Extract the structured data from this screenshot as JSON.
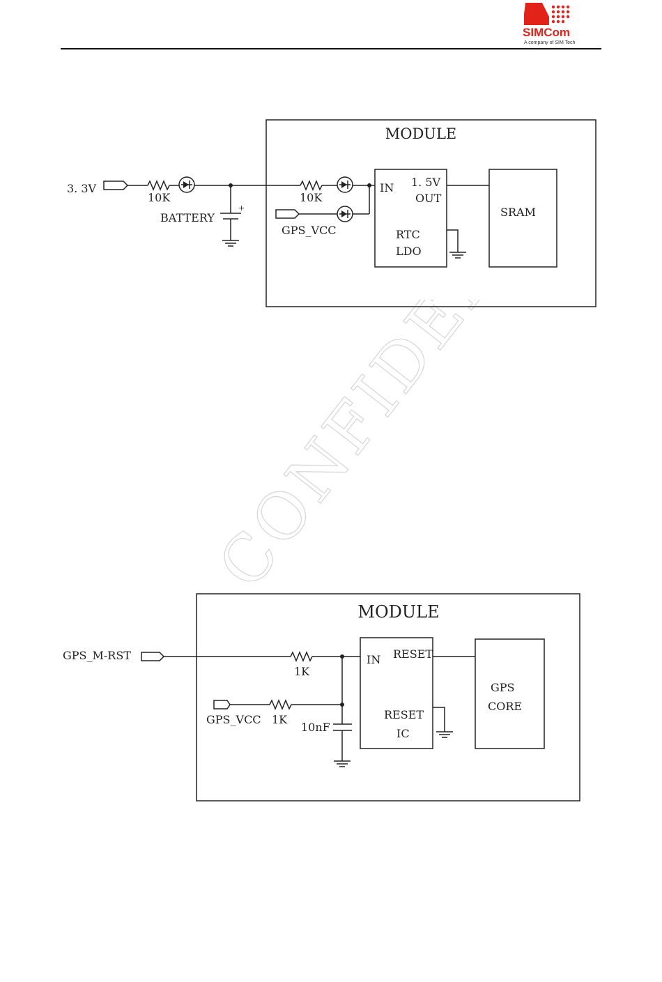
{
  "header": {
    "logo": {
      "brand": "SIMCom",
      "tagline": "A company of SIM Tech",
      "color": "#e2231a",
      "icon": "simcom-logo-icon"
    }
  },
  "watermark": {
    "text": "CONFIDENTIAL"
  },
  "diagram1": {
    "module_label": "MODULE",
    "input_label": "3. 3V",
    "resistor1_label": "10K",
    "battery_label": "BATTERY",
    "resistor2_label": "10K",
    "gps_vcc_label": "GPS_VCC",
    "ldo": {
      "in_label": "IN",
      "voltage_label": "1. 5V",
      "out_label": "OUT",
      "name_line1": "RTC",
      "name_line2": "LDO"
    },
    "sram_label": "SRAM"
  },
  "diagram2": {
    "module_label": "MODULE",
    "input_label": "GPS_M-RST",
    "resistor1_label": "1K",
    "gps_vcc_label": "GPS_VCC",
    "resistor2_label": "1K",
    "capacitor_label": "10nF",
    "reset_ic": {
      "in_label": "IN",
      "reset_label": "RESET",
      "name_line1": "RESET",
      "name_line2": "IC"
    },
    "core_line1": "GPS",
    "core_line2": "CORE"
  }
}
